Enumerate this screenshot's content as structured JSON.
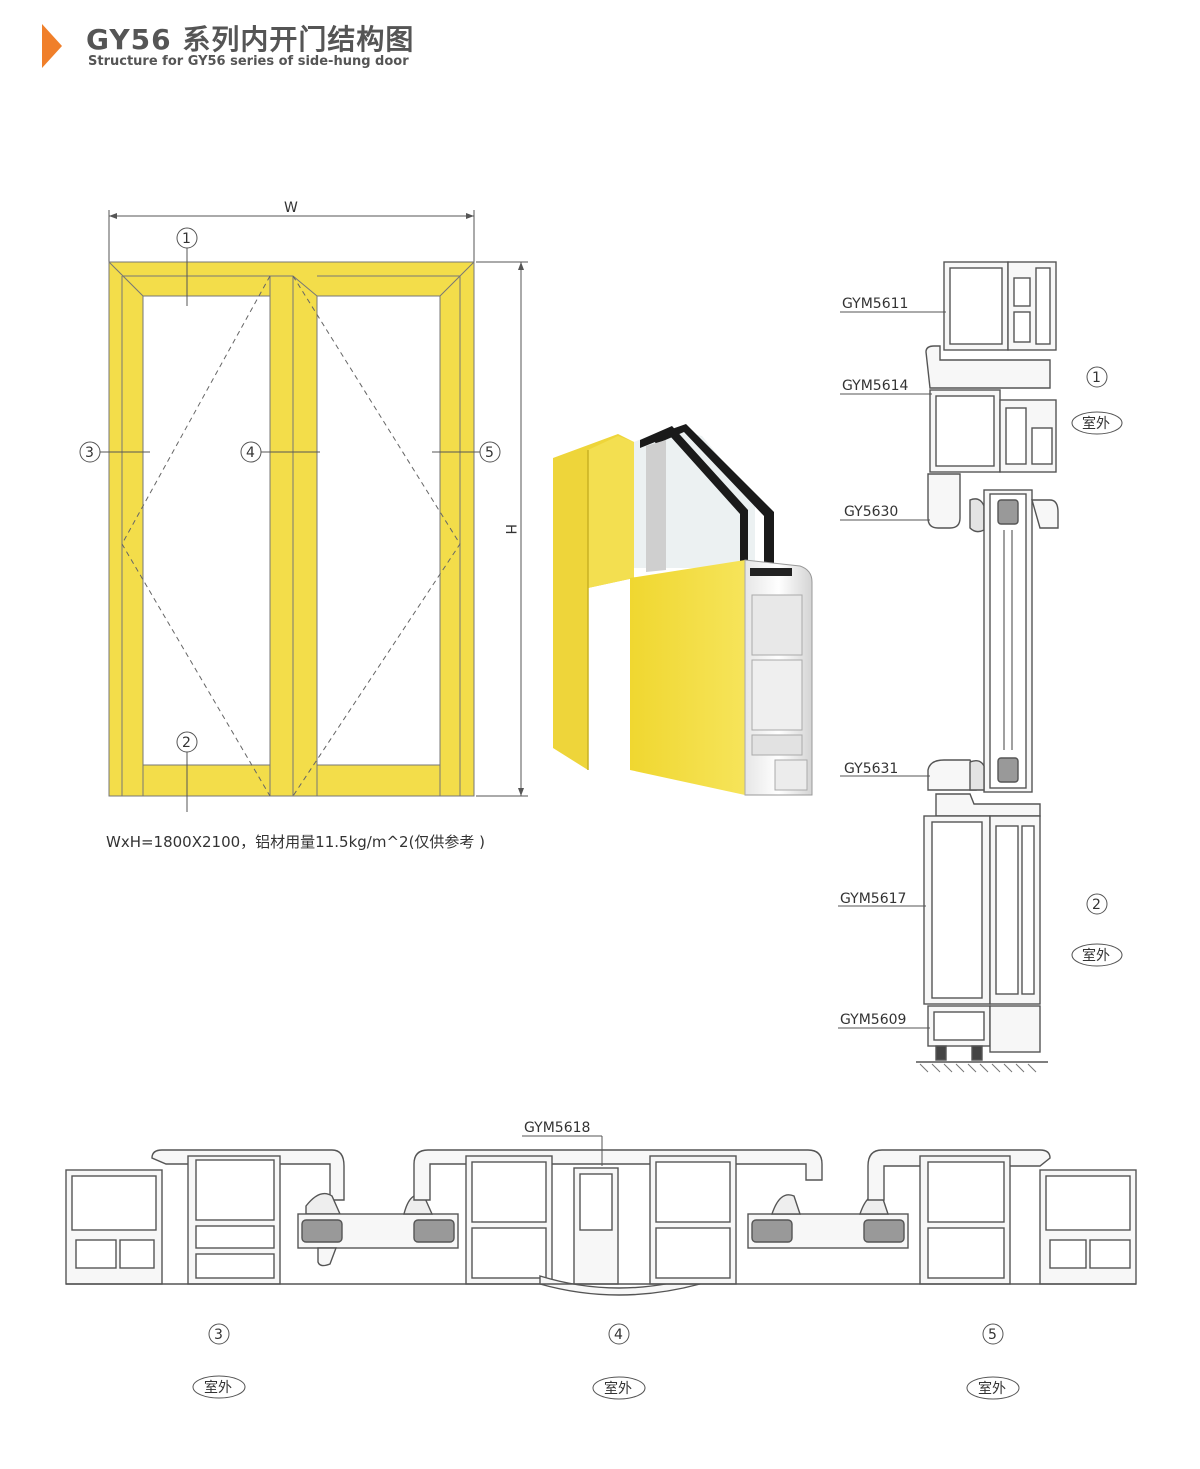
{
  "header": {
    "title": "GY56 系列内开门结构图",
    "subtitle": "Structure for GY56 series of side-hung door"
  },
  "elevation": {
    "width_label": "W",
    "height_label": "H",
    "markers": [
      "1",
      "2",
      "3",
      "4",
      "5"
    ],
    "frame_color": "#f3dd4a",
    "caption": "WxH=1800X2100，铝材用量11.5kg/m^2(仅供参考 )"
  },
  "vertical_section": {
    "labels": [
      "GYM5611",
      "GYM5614",
      "GY5630",
      "GY5631",
      "GYM5617",
      "GYM5609"
    ],
    "markers": [
      "1",
      "2"
    ],
    "outdoor_label": "室外"
  },
  "horizontal_section": {
    "label": "GYM5618",
    "markers": [
      "3",
      "4",
      "5"
    ],
    "outdoor_label": "室外"
  }
}
